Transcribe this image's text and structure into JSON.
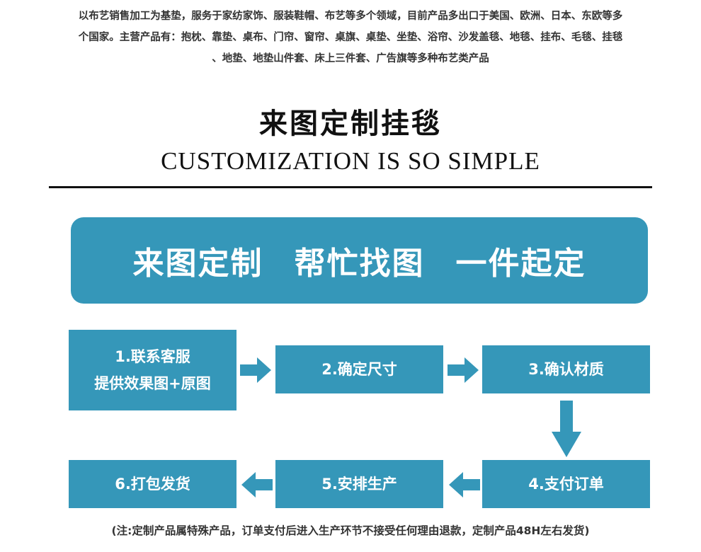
{
  "intro": {
    "line1": "以布艺销售加工为基垫，服务于家纺家饰、服装鞋帽、布艺等多个领域，目前产品多出口于美国、欧洲、日本、东欧等多",
    "line2": "个国家。主营产品有：抱枕、靠垫、桌布、门帘、窗帘、桌旗、桌垫、坐垫、浴帘、沙发盖毯、地毯、挂布、毛毯、挂毯",
    "line3": "、地垫、地垫山件套、床上三件套、广告旗等多种布艺类产品"
  },
  "title": "来图定制挂毯",
  "subtitle": "CUSTOMIZATION IS SO SIMPLE",
  "banner": {
    "slogans": [
      "来图定制",
      "帮忙找图",
      "一件起定"
    ]
  },
  "steps": [
    {
      "line1": "1.联系客服",
      "line2": "提供效果图+原图"
    },
    {
      "line1": "2.确定尺寸"
    },
    {
      "line1": "3.确认材质"
    },
    {
      "line1": "4.支付订单"
    },
    {
      "line1": "5.安排生产"
    },
    {
      "line1": "6.打包发货"
    }
  ],
  "note": "(注:定制产品属特殊产品，订单支付后进入生产环节不接受任何理由退款，定制产品48H左右发货)",
  "colors": {
    "accent": "#3597b9",
    "text": "#111111"
  },
  "icons": {
    "flow_arrow": "arrow-icon"
  }
}
